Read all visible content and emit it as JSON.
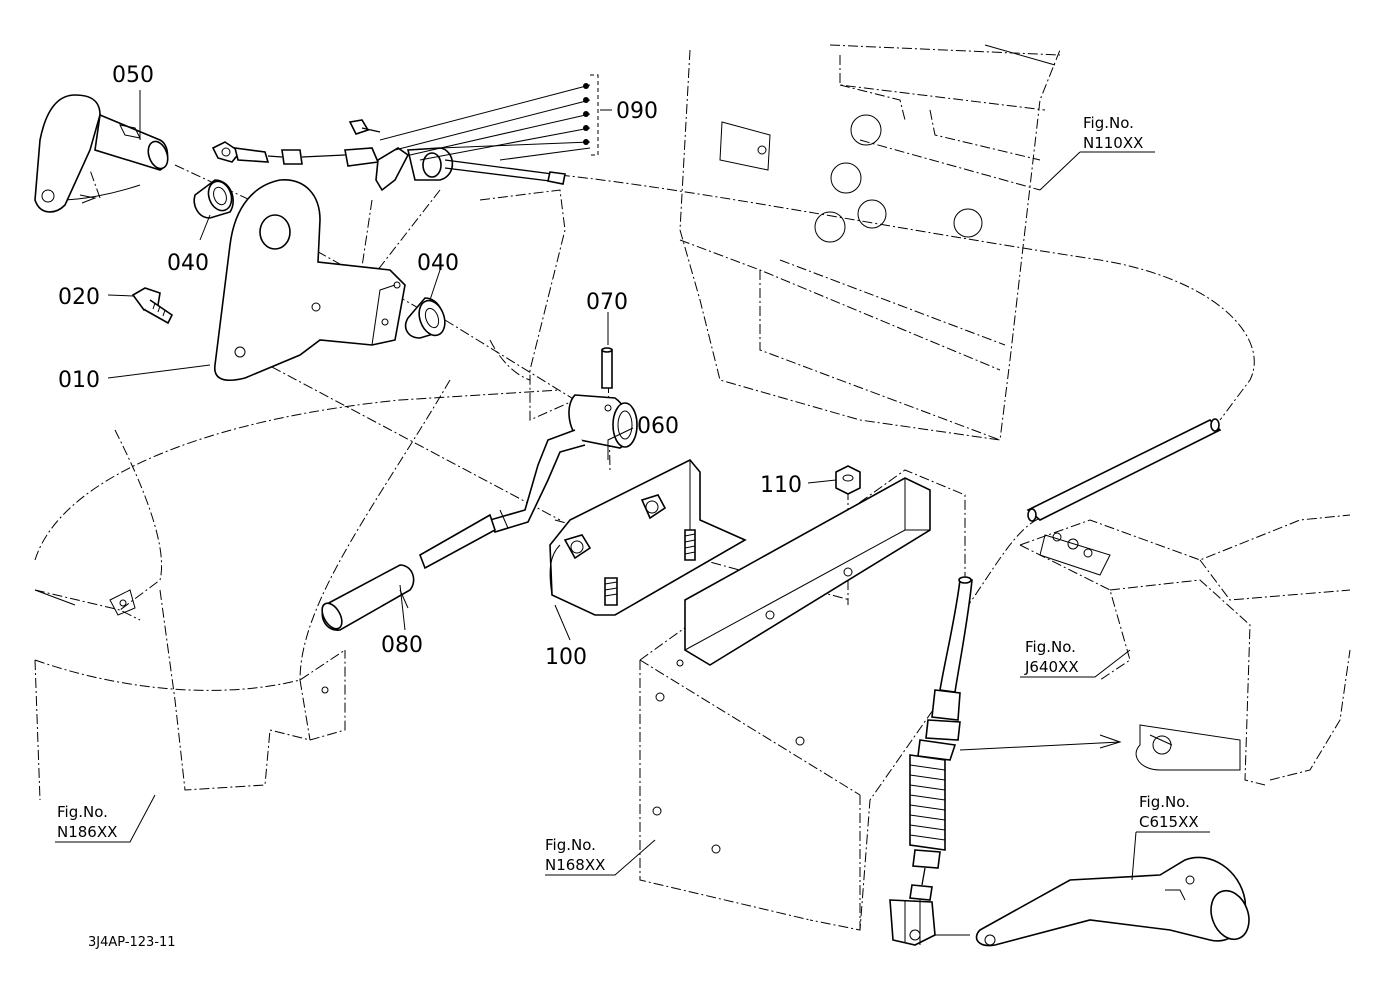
{
  "part_labels": [
    {
      "key": "p050",
      "text": "050"
    },
    {
      "key": "p090",
      "text": "090"
    },
    {
      "key": "p040a",
      "text": "040"
    },
    {
      "key": "p040b",
      "text": "040"
    },
    {
      "key": "p020",
      "text": "020"
    },
    {
      "key": "p010",
      "text": "010"
    },
    {
      "key": "p070",
      "text": "070"
    },
    {
      "key": "p060",
      "text": "060"
    },
    {
      "key": "p110",
      "text": "110"
    },
    {
      "key": "p080",
      "text": "080"
    },
    {
      "key": "p100",
      "text": "100"
    }
  ],
  "figure_refs": [
    {
      "key": "n110",
      "line1": "Fig.No.",
      "line2": "N110XX"
    },
    {
      "key": "j640",
      "line1": "Fig.No.",
      "line2": "J640XX"
    },
    {
      "key": "c615",
      "line1": "Fig.No.",
      "line2": "C615XX"
    },
    {
      "key": "n186",
      "line1": "Fig.No.",
      "line2": "N186XX"
    },
    {
      "key": "n168",
      "line1": "Fig.No.",
      "line2": "N168XX"
    }
  ],
  "drawing_code": "3J4AP-123-11",
  "colors": {
    "ink": "#000000",
    "paper": "#ffffff"
  }
}
